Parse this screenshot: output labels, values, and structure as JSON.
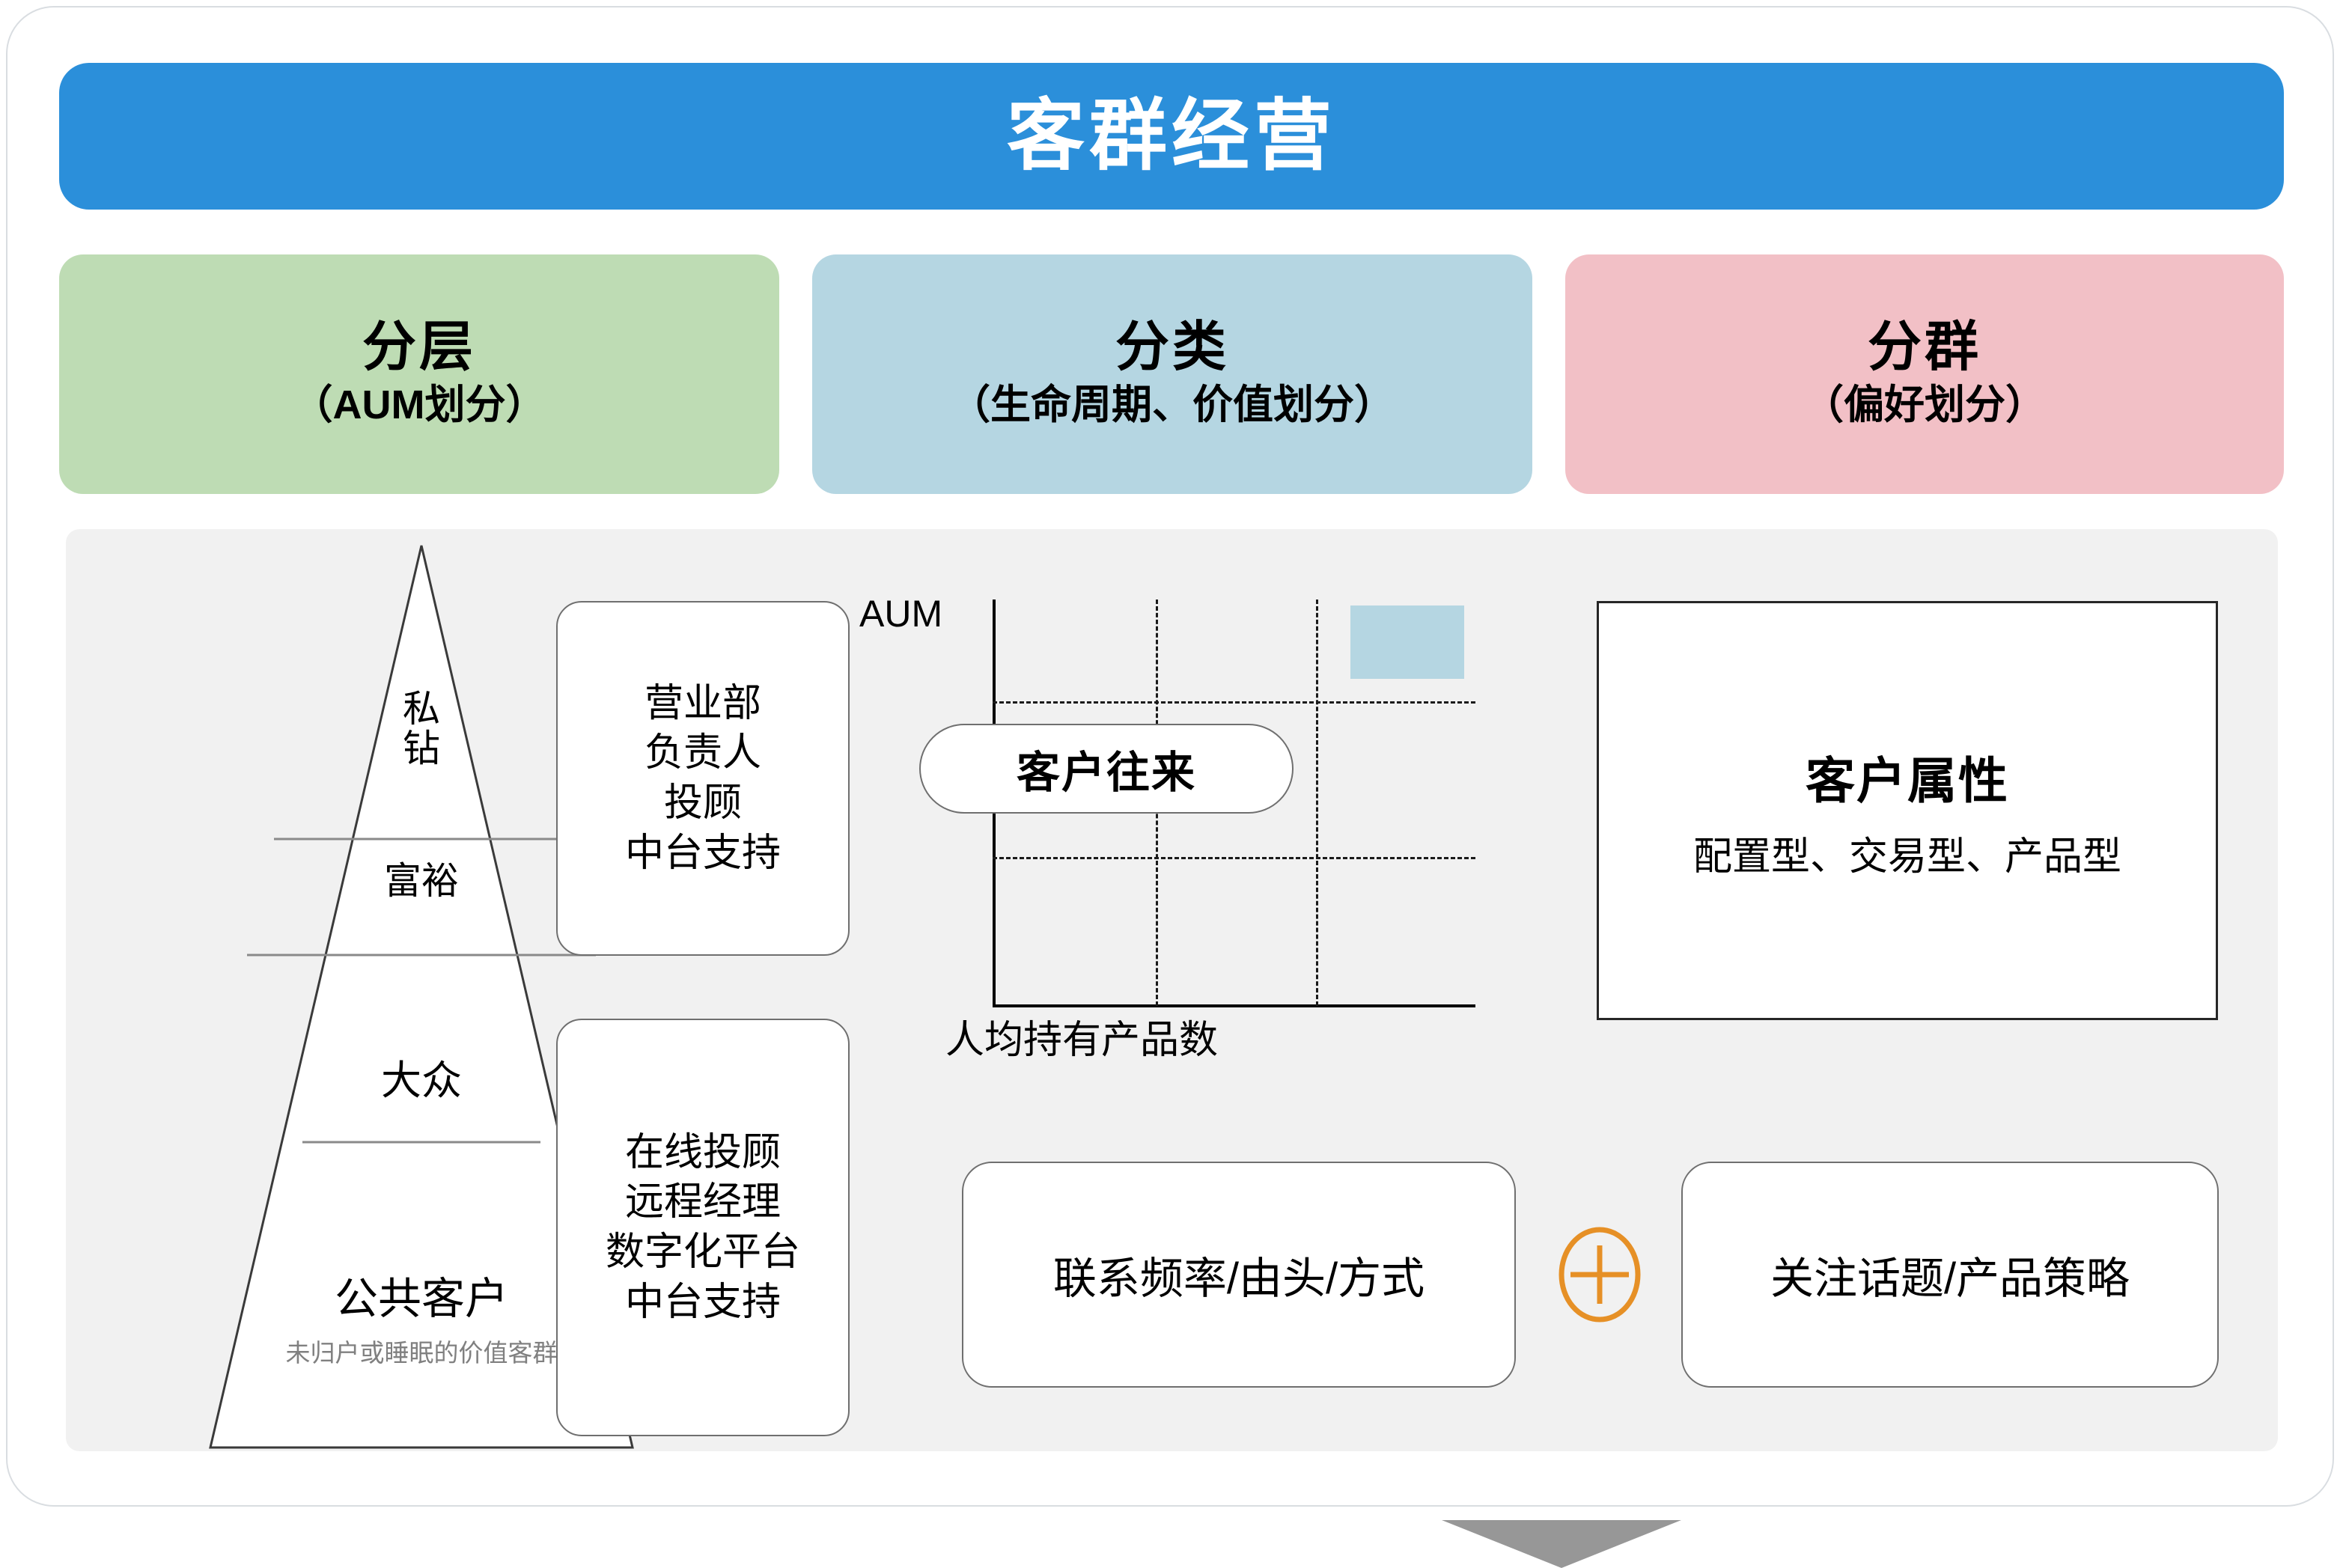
{
  "colors": {
    "banner_blue": "#2b8fda",
    "card_green": "#bedcb4",
    "card_blue": "#b5d6e2",
    "card_pink": "#f2c0c6",
    "panel_gray": "#f1f1f1",
    "arrow_gray": "#979797",
    "plus_orange": "#e69026",
    "subtitle_gray": "#808080"
  },
  "banner": {
    "title": "客群经营"
  },
  "categories": [
    {
      "title": "分层",
      "subtitle": "（AUM划分）",
      "color": "#bedcb4"
    },
    {
      "title": "分类",
      "subtitle": "（生命周期、价值划分）",
      "color": "#b5d6e2"
    },
    {
      "title": "分群",
      "subtitle": "（偏好划分）",
      "color": "#f2c0c6"
    }
  ],
  "pyramid": {
    "tiers": [
      {
        "label": "私\n钻",
        "line1": "私",
        "line2": "钻"
      },
      {
        "label": "富裕"
      },
      {
        "label": "大众"
      },
      {
        "label": "公共客户",
        "subtitle": "未归户或睡眠的价值客群"
      }
    ]
  },
  "role_boxes": [
    {
      "lines": [
        "营业部",
        "负责人",
        "投顾",
        "中台支持"
      ]
    },
    {
      "lines": [
        "在线投顾",
        "远程经理",
        "数字化平台",
        "中台支持"
      ]
    }
  ],
  "chart_data": {
    "type": "scatter",
    "title": "",
    "xlabel": "人均持有产品数",
    "ylabel": "AUM",
    "grid": true,
    "x_dividers": [
      2,
      4
    ],
    "y_dividers": [
      2,
      4
    ],
    "annotations": [
      {
        "text": "客户往来",
        "kind": "pill",
        "x_center": 3.0,
        "y_center": 3.0
      }
    ],
    "highlight_region": {
      "label": "",
      "color": "#b5d6e2",
      "x_range": [
        4,
        5.2
      ],
      "y_range": [
        4.1,
        5.1
      ]
    },
    "legend": [],
    "xlim": [
      0,
      6
    ],
    "ylim": [
      0,
      6
    ]
  },
  "attributes_panel": {
    "title": "客户属性",
    "subtitle": "配置型、交易型、产品型"
  },
  "bottom": {
    "left_label": "联系频率/由头/方式",
    "plus_icon": "plus-circle-icon",
    "right_label": "关注话题/产品策略"
  },
  "arrow": {
    "name": "down-arrow-icon"
  }
}
